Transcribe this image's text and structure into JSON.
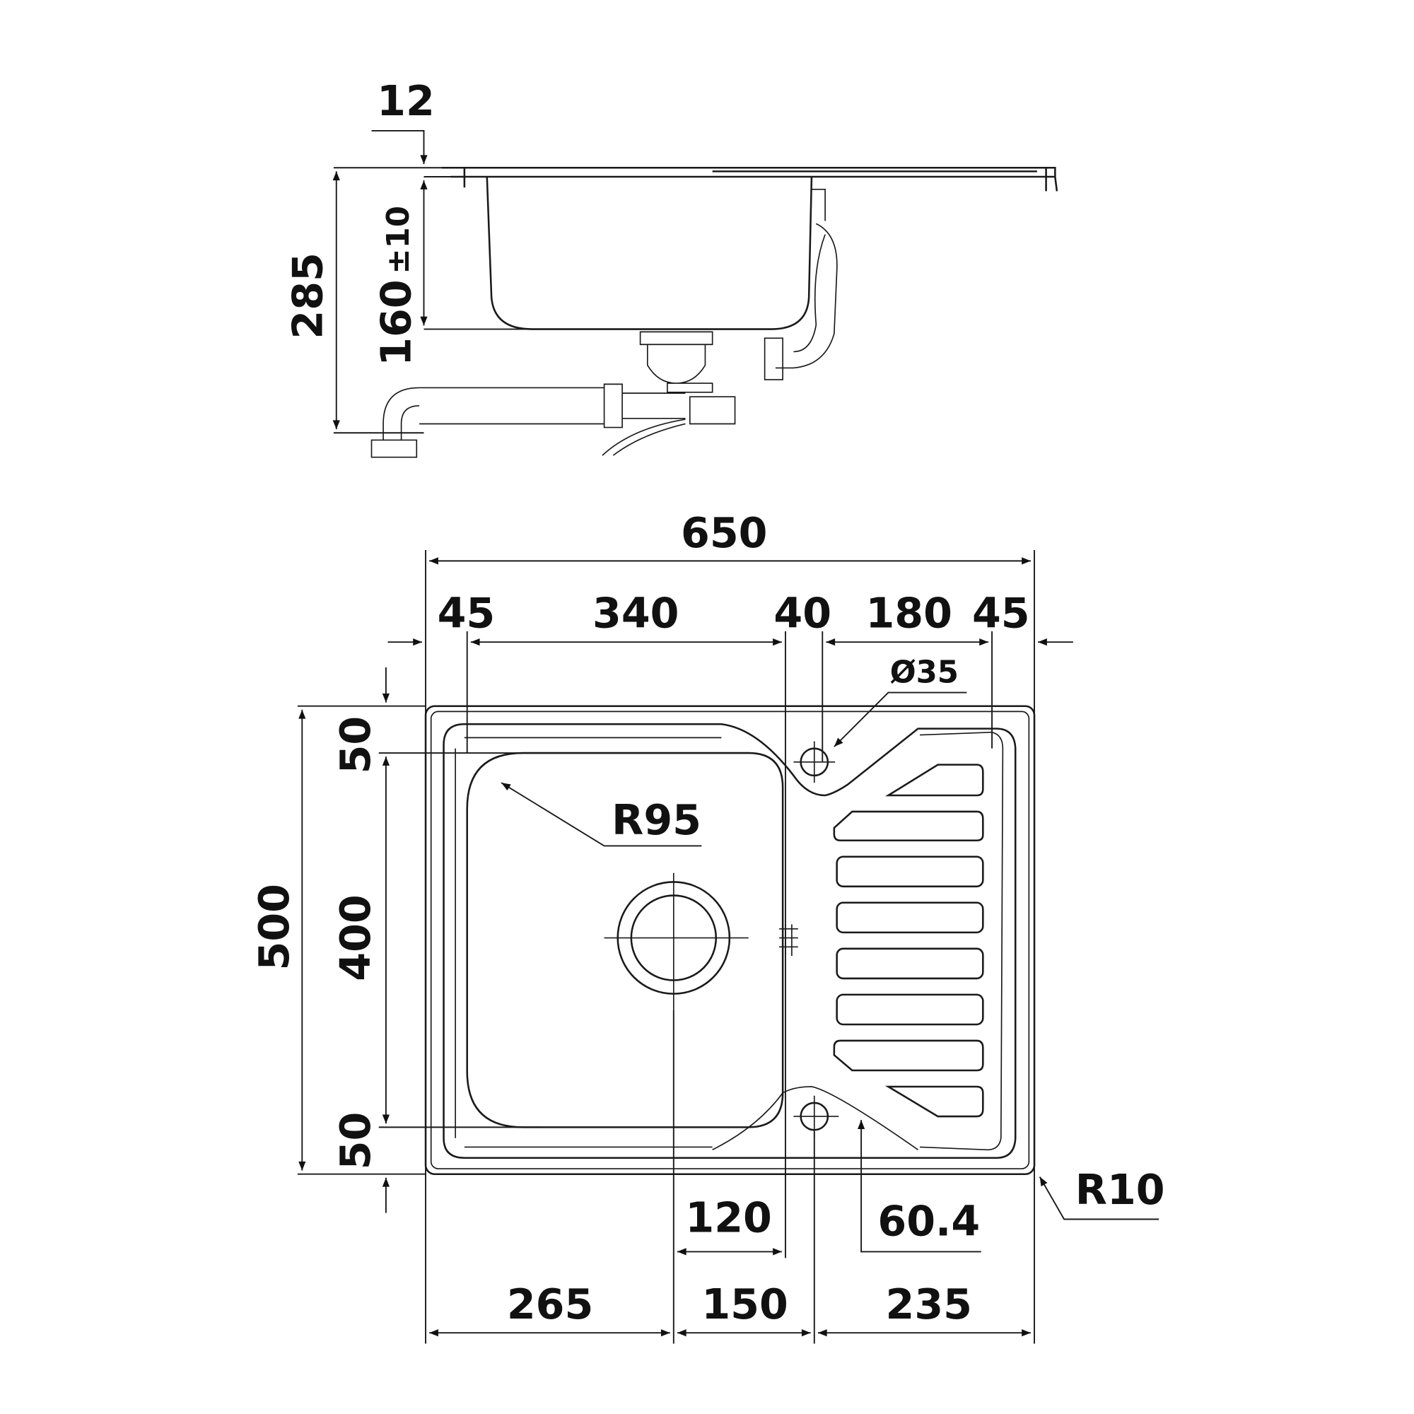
{
  "side_view": {
    "rim_thickness": "12",
    "total_height": "285",
    "bowl_depth": "160",
    "bowl_tolerance": "±10"
  },
  "top_view": {
    "overall_width": "650",
    "widths": [
      "45",
      "340",
      "40",
      "180",
      "45"
    ],
    "tap_hole": "Ø35",
    "overall_depth": "500",
    "depths": [
      "50",
      "400",
      "50"
    ],
    "bowl_radius": "R95",
    "corner_radius": "R10",
    "hole_offset": "60.4",
    "drain_to_hole": "120",
    "bottom_widths": [
      "265",
      "150",
      "235"
    ]
  }
}
